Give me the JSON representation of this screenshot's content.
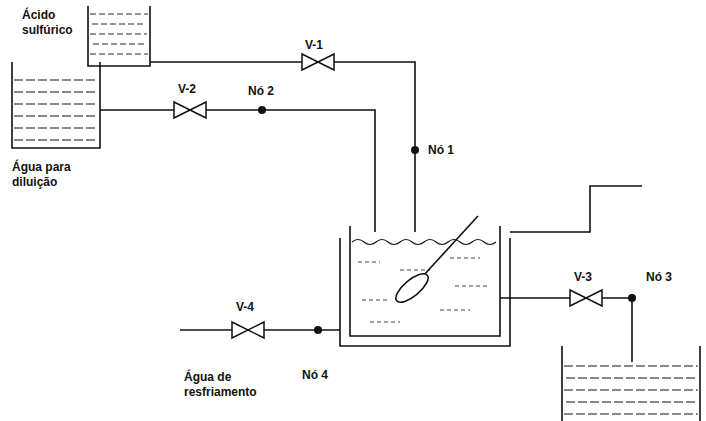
{
  "diagram": {
    "labels": [
      "Ácido sulfúrico",
      "V-1",
      "V-2",
      "Nó 2",
      "Nó 1",
      "Água para diluição",
      "V-4",
      "V-3",
      "Nó 3",
      "Água de resfriamento",
      "Nó 4"
    ]
  }
}
